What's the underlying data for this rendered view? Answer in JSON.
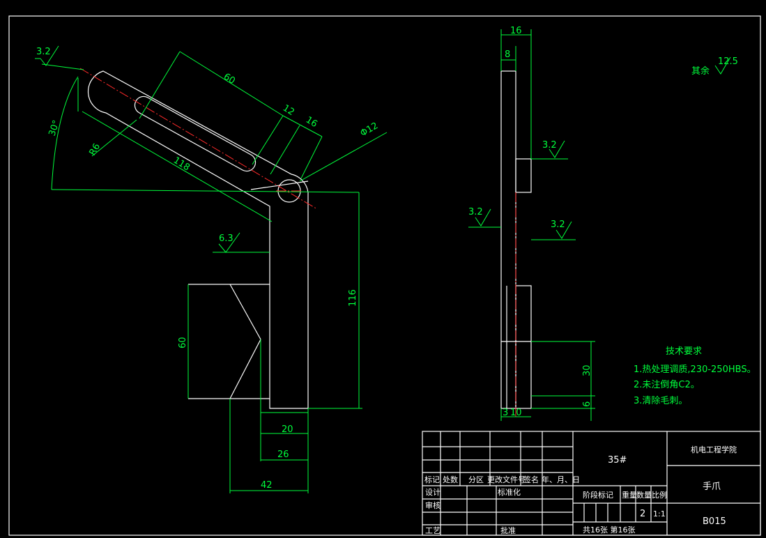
{
  "colors": {
    "background": "#000000",
    "outline": "#ffffff",
    "dimension": "#00ff3c",
    "centerline": "#ff2a2a"
  },
  "dims": {
    "d60_slot": "60",
    "d12": "12",
    "d16_top": "16",
    "phi12": "Φ12",
    "r6": "R6",
    "d118": "118",
    "angle30": "30°",
    "d116": "116",
    "d60_v": "60",
    "d20": "20",
    "d26": "26",
    "d42": "42",
    "side_16": "16",
    "side_8": "8",
    "side_30": "30",
    "side_6": "6",
    "side_3": "3",
    "side_10": "10"
  },
  "roughness": {
    "r32_a": "3.2",
    "r63": "6.3",
    "r32_b": "3.2",
    "r32_c": "3.2",
    "r32_d": "3.2",
    "other_label": "其余",
    "other_value": "12.5"
  },
  "tech": {
    "title": "技术要求",
    "item1": "1.热处理调质,230-250HBS。",
    "item2": "2.未注倒角C2。",
    "item3": "3.清除毛刺。"
  },
  "title_block": {
    "material": "35#",
    "school": "机电工程学院",
    "part_name": "手爪",
    "drawing_no": "B015",
    "h_mark": "标记",
    "h_count": "处数",
    "h_zone": "分区",
    "h_doc": "更改文件号",
    "h_sign": "签名",
    "h_date": "年、月、日",
    "design": "设计",
    "standard": "标准化",
    "review": "审核",
    "process": "工艺",
    "approve": "批准",
    "stage": "阶段标记",
    "weight": "重量",
    "quantity": "数量",
    "scale": "比例",
    "qty_value": "2",
    "scale_value": "1:1",
    "sheets": "共16张 第16张"
  }
}
